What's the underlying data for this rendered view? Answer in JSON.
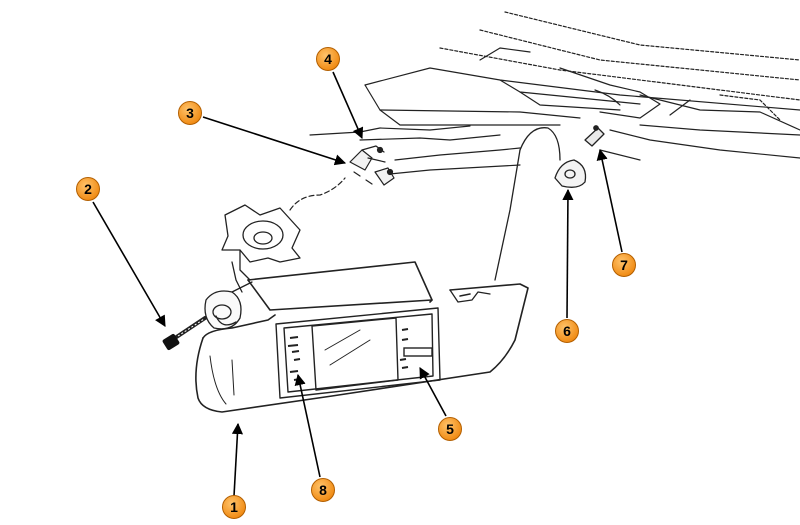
{
  "callouts": [
    {
      "id": "1",
      "label": "1"
    },
    {
      "id": "2",
      "label": "2"
    },
    {
      "id": "3",
      "label": "3"
    },
    {
      "id": "4",
      "label": "4"
    },
    {
      "id": "5",
      "label": "5"
    },
    {
      "id": "6",
      "label": "6"
    },
    {
      "id": "7",
      "label": "7"
    },
    {
      "id": "8",
      "label": "8"
    }
  ],
  "colors": {
    "callout_fill": "#f7941d",
    "callout_stroke": "#b35f00",
    "line": "#222222"
  }
}
